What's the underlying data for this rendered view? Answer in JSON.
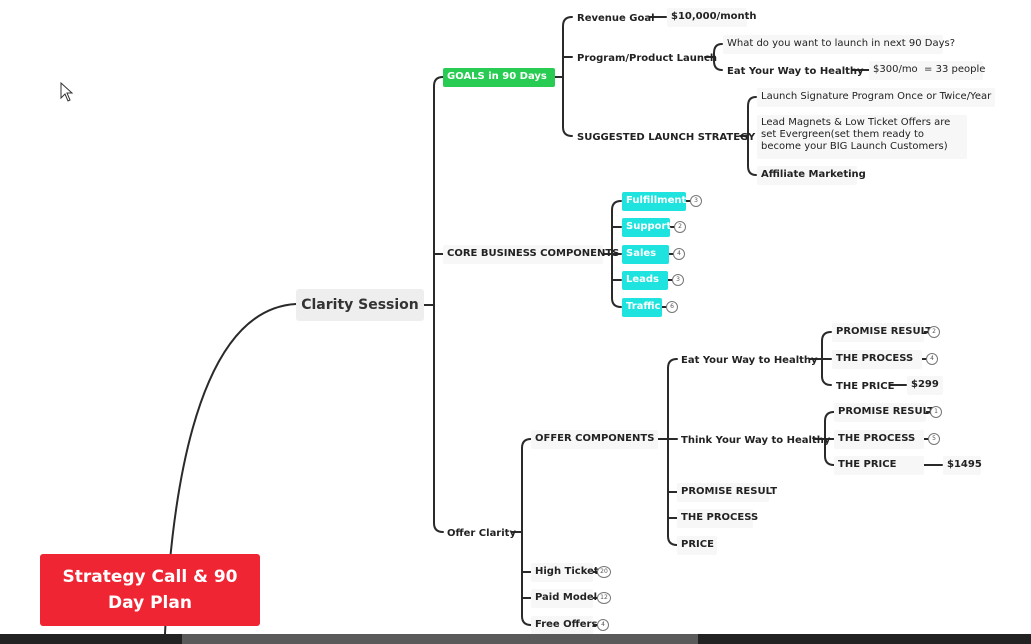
{
  "root": "Clarity Session",
  "goals": {
    "label": "GOALS in 90 Days",
    "revenue_goal": "Revenue Goal",
    "revenue_value": "$10,000/month",
    "launch": "Program/Product Launch",
    "launch_question": "What do you want to launch in next 90 Days?",
    "launch_answer": "Eat Your Way to Healthy",
    "launch_price": "$300/mo",
    "launch_people": "= 33 people",
    "strategy": "SUGGESTED LAUNCH STRATEGY",
    "strategy_items": [
      "Launch Signature Program Once or Twice/Year",
      "Lead Magnets & Low Ticket Offers are set Evergreen(set them ready to become your BIG Launch Customers)",
      "Affiliate Marketing"
    ]
  },
  "core": {
    "label": "CORE BUSINESS COMPONENTS",
    "items": [
      {
        "label": "Fulfillment",
        "count": "3"
      },
      {
        "label": "Support",
        "count": "2"
      },
      {
        "label": "Sales",
        "count": "4"
      },
      {
        "label": "Leads",
        "count": "3"
      },
      {
        "label": "Traffic",
        "count": "6"
      }
    ]
  },
  "offer": {
    "label": "Offer Clarity",
    "components": "OFFER COMPONENTS",
    "eat": {
      "label": "Eat Your Way to Healthy",
      "promise": "PROMISE RESULT",
      "promise_count": "2",
      "process": "THE PROCESS",
      "process_count": "4",
      "price": "THE PRICE",
      "price_value": "$299"
    },
    "think": {
      "label": "Think Your Way to Healthy",
      "promise": "PROMISE RESULT",
      "promise_count": "1",
      "process": "THE PROCESS",
      "process_count": "5",
      "price": "THE PRICE",
      "price_value": "$1495"
    },
    "promise": "PROMISE RESULT",
    "process": "THE PROCESS",
    "price": "PRICE",
    "high_ticket": "High Ticket",
    "high_ticket_count": "20",
    "paid_model": "Paid Model",
    "paid_model_count": "12",
    "free_offers": "Free Offers",
    "free_offers_count": "4"
  },
  "card": "Strategy Call & 90 Day Plan",
  "colors": {
    "green": "#29cc52",
    "cyan": "#1ee3de",
    "red": "#f02533",
    "line": "#222222"
  },
  "icons": [
    "cursor-icon"
  ]
}
